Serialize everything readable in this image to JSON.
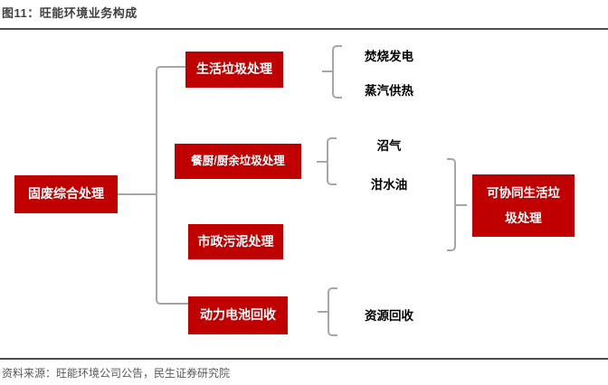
{
  "title": "图11：旺能环境业务构成",
  "source_note": "资料来源：旺能环境公司公告，民生证券研究院",
  "colors": {
    "box_red": "#C00000",
    "box_text": "#FFFFFF",
    "line_gray": "#A6A6A6",
    "rule_dark": "#4D4D4D",
    "title_color": "#3F3F3F",
    "source_color": "#595959",
    "label_black": "#000000"
  },
  "diagram": {
    "root": {
      "label": "固废综合处理"
    },
    "branches": [
      {
        "label": "生活垃圾处理",
        "outputs": [
          "焚烧发电",
          "蒸汽供热"
        ]
      },
      {
        "label": "餐厨/厨余垃圾处理",
        "outputs": [
          "沼气",
          "泔水油"
        ]
      },
      {
        "label": "市政污泥处理",
        "outputs": []
      },
      {
        "label": "动力电池回收",
        "outputs": [
          "资源回收"
        ]
      }
    ],
    "synergy": {
      "line1": "可协同生活垃",
      "line2": "圾处理"
    }
  }
}
